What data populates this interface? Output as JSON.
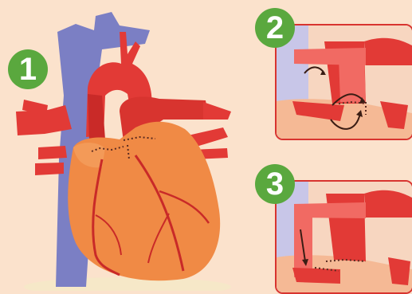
{
  "steps": [
    {
      "number": "1"
    },
    {
      "number": "2"
    },
    {
      "number": "3"
    }
  ],
  "colors": {
    "background": "#fbe2cc",
    "badge": "#5aa83e",
    "artery_red": "#e23a36",
    "artery_dark": "#c92a28",
    "vein_blue": "#7b7fc4",
    "heart_orange": "#f08a45",
    "panel_border": "#d8342f",
    "stitch": "#5a2a20"
  },
  "icons": [
    "heart-illustration",
    "arrow-icon",
    "suture-line"
  ]
}
